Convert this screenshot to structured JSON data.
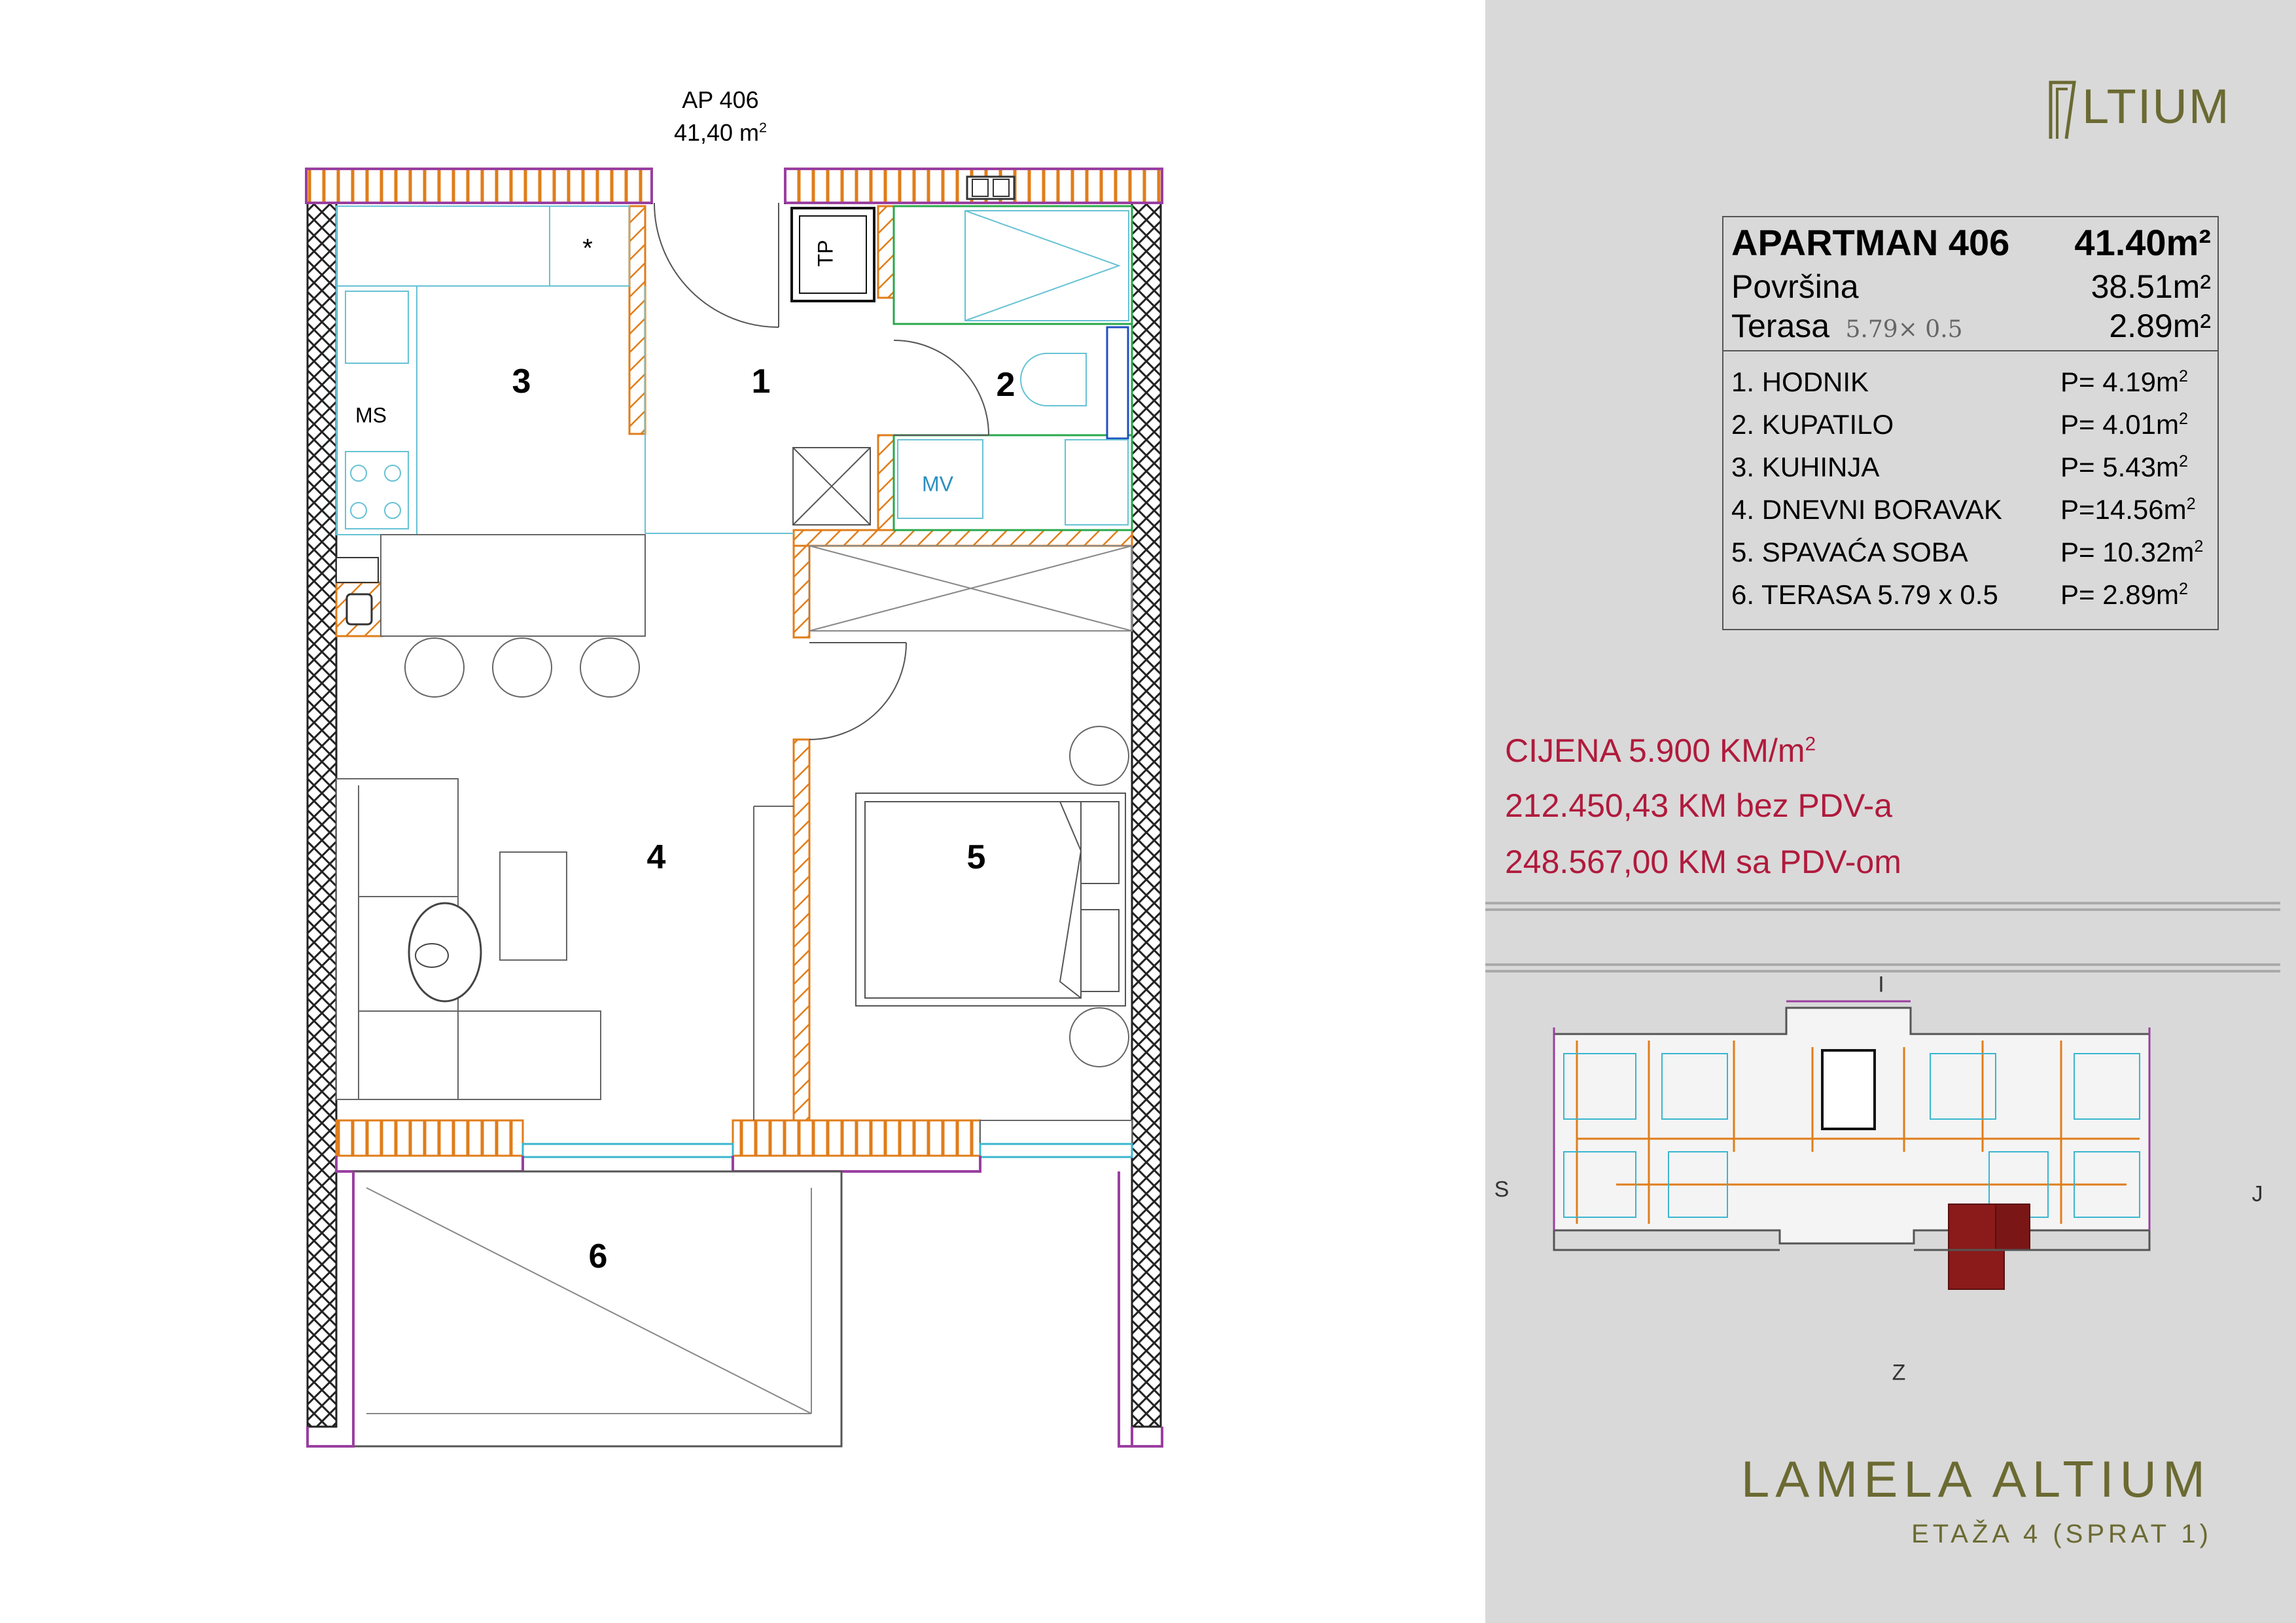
{
  "apartment_label": {
    "name": "AP 406",
    "area": "41,40 m",
    "area_sup": "2"
  },
  "rooms": [
    {
      "num": "1"
    },
    {
      "num": "2"
    },
    {
      "num": "3"
    },
    {
      "num": "4"
    },
    {
      "num": "5"
    },
    {
      "num": "6"
    }
  ],
  "fixtures": {
    "tp": "TP",
    "ms": "MS",
    "mv": "MV",
    "star": "*"
  },
  "brand": {
    "logo_text": "LTIUM",
    "color": "#6b6a32"
  },
  "summary": {
    "title": "APARTMAN  406",
    "total": "41.40m²",
    "povrsina_label": "Površina",
    "povrsina_value": "38.51m²",
    "terasa_label": "Terasa",
    "terasa_dims": "5.79× 0.5",
    "terasa_value": "2.89m²"
  },
  "room_list": [
    {
      "name": "1. HODNIK",
      "area": "P= 4.19m",
      "sup": "2"
    },
    {
      "name": "2. KUPATILO",
      "area": "P= 4.01m",
      "sup": "2"
    },
    {
      "name": "3. KUHINJA",
      "area": "P= 5.43m",
      "sup": "2"
    },
    {
      "name": "4. DNEVNI BORAVAK",
      "area": "P=14.56m",
      "sup": "2"
    },
    {
      "name": "5. SPAVAĆA SOBA",
      "area": "P= 10.32m",
      "sup": "2"
    },
    {
      "name": "6. TERASA 5.79 x 0.5",
      "area": "P= 2.89m",
      "sup": "2"
    }
  ],
  "pricing": {
    "price_per_m2": "CIJENA 5.900 KM/m",
    "price_sup": "2",
    "net": "212.450,43 KM bez PDV-a",
    "gross": "248.567,00 KM sa PDV-om",
    "color": "#b01a3c"
  },
  "compass": {
    "north": "I",
    "west": "S",
    "east": "J",
    "south": "Z"
  },
  "footer": {
    "title": "LAMELA ALTIUM",
    "subtitle": "ETAŽA 4 (SPRAT 1)"
  },
  "highlight_color": "#8b1a1a"
}
